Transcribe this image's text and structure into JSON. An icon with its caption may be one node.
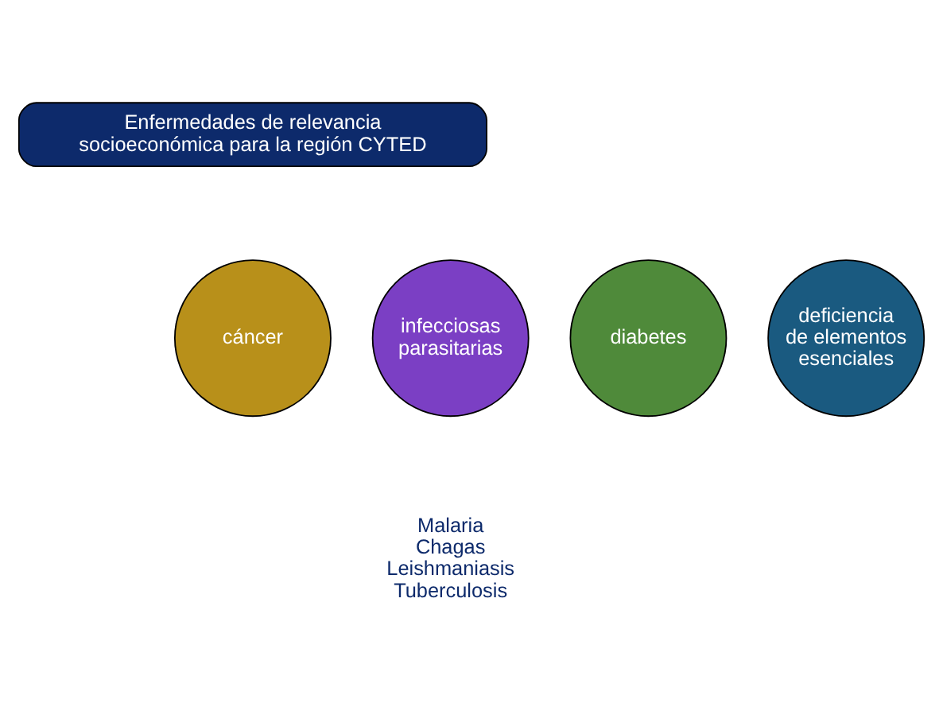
{
  "diagram": {
    "nodes": [
      {
        "text": [
          "Enfermedades de relevancia socioeconómica para la región CYTED"
        ]
      },
      {
        "text": [
          "infecciosas parasitarias"
        ],
        "beside": [
          "Malaria",
          "Chagas",
          "Leishmaniasis",
          "Tuberculosis"
        ]
      },
      {
        "text": [
          "cáncer"
        ]
      },
      {
        "text": [
          "diabetes"
        ]
      },
      {
        "text": [
          "deficiencia de elementos esenciales"
        ]
      }
    ]
  }
}
